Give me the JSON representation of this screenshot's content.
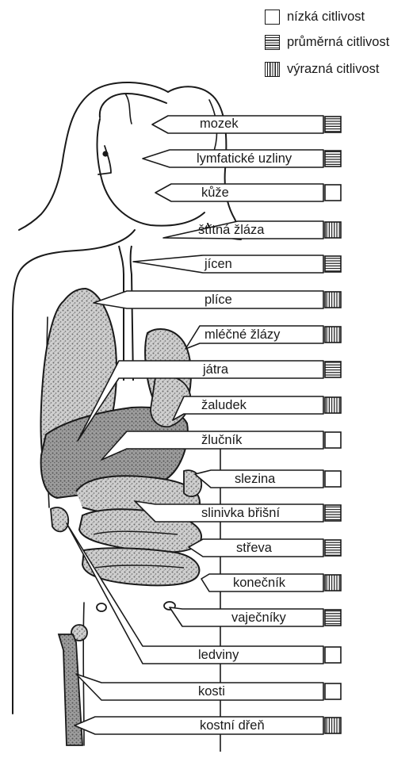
{
  "legend": [
    {
      "label": "nízká citlivost",
      "level": "low"
    },
    {
      "label": "průměrná citlivost",
      "level": "medium"
    },
    {
      "label": "výrazná citlivost",
      "level": "high"
    }
  ],
  "organs": [
    {
      "label": "mozek",
      "sensitivity": "medium"
    },
    {
      "label": "lymfatické uzliny",
      "sensitivity": "medium"
    },
    {
      "label": "kůže",
      "sensitivity": "low"
    },
    {
      "label": "štítná žláza",
      "sensitivity": "high"
    },
    {
      "label": "jícen",
      "sensitivity": "medium"
    },
    {
      "label": "plíce",
      "sensitivity": "high"
    },
    {
      "label": "mléčné žlázy",
      "sensitivity": "high"
    },
    {
      "label": "játra",
      "sensitivity": "medium"
    },
    {
      "label": "žaludek",
      "sensitivity": "high"
    },
    {
      "label": "žlučník",
      "sensitivity": "low"
    },
    {
      "label": "slezina",
      "sensitivity": "low"
    },
    {
      "label": "slinivka břišní",
      "sensitivity": "medium"
    },
    {
      "label": "střeva",
      "sensitivity": "medium"
    },
    {
      "label": "konečník",
      "sensitivity": "high"
    },
    {
      "label": "vaječníky",
      "sensitivity": "medium"
    },
    {
      "label": "ledviny",
      "sensitivity": "low"
    },
    {
      "label": "kosti",
      "sensitivity": "low"
    },
    {
      "label": "kostní dřeň",
      "sensitivity": "high"
    }
  ],
  "colors": {
    "ink": "#1a1a1a",
    "paper": "#ffffff",
    "shade": "#9a9a9a"
  }
}
